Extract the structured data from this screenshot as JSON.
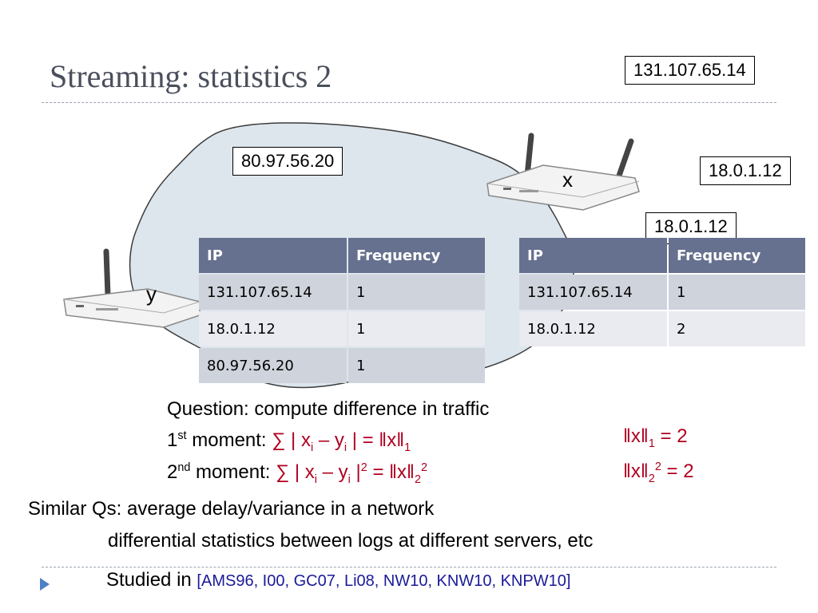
{
  "title": "Streaming: statistics 2",
  "ip_labels": {
    "top_right": "131.107.65.14",
    "cloud": "80.97.56.20",
    "right": "18.0.1.12",
    "middle": "18.0.1.12"
  },
  "router_labels": {
    "x": "x",
    "y": "y"
  },
  "table_left": {
    "headers": [
      "IP",
      "Frequency"
    ],
    "rows": [
      [
        "131.107.65.14",
        "1"
      ],
      [
        "18.0.1.12",
        "1"
      ],
      [
        "80.97.56.20",
        "1"
      ]
    ]
  },
  "table_right": {
    "headers": [
      "IP",
      "Frequency"
    ],
    "rows": [
      [
        "131.107.65.14",
        "1"
      ],
      [
        "18.0.1.12",
        "2"
      ]
    ]
  },
  "question": "Question: compute difference in traffic",
  "moment1": {
    "prefix": "1",
    "sup": "st",
    "label": " moment: ",
    "formula_a": "∑ | x",
    "sub_i1": "i",
    "formula_b": " – y",
    "sub_i2": "i",
    "formula_c": " | = ǁxǁ",
    "sub_1": "1"
  },
  "moment2": {
    "prefix": "2",
    "sup": "nd",
    "label": " moment: ",
    "formula_a": "∑ | x",
    "sub_i1": "i",
    "formula_b": " – y",
    "sub_i2": "i",
    "formula_c": " |",
    "sup_2a": "2",
    "formula_d": " = ǁxǁ",
    "sub_2": "2",
    "sup_2b": "2"
  },
  "result1": {
    "a": "ǁxǁ",
    "sub": "1",
    "b": " = 2"
  },
  "result2": {
    "a": "ǁxǁ",
    "sub": "2",
    "sup": "2",
    "b": " = 2"
  },
  "similar_line1": "Similar Qs: average delay/variance in a network",
  "similar_line2": "differential statistics between logs at different servers, etc",
  "studied_prefix": "Studied in ",
  "studied_refs": "[AMS96, I00, GC07, Li08, NW10, KNW10, KNPW10]",
  "colors": {
    "title": "#4a4f5c",
    "header": "#66708f",
    "cloud": "#dde6ec",
    "red": "#b00020",
    "blue": "#1a1a9a",
    "bullet": "#4f7fc4"
  }
}
